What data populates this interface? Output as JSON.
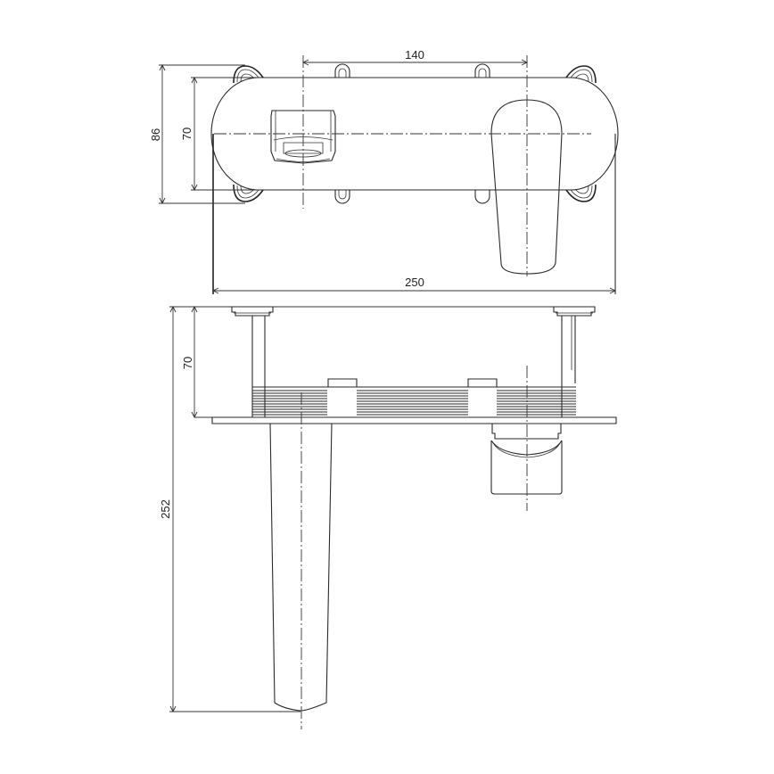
{
  "drawing": {
    "subject": "wall-mounted basin mixer technical drawing",
    "views": [
      "front view",
      "side view"
    ],
    "line_color": "#2a2a2a",
    "background": "#ffffff"
  },
  "dimensions": {
    "front_view": {
      "handle_to_spout_spacing": "140",
      "overall_width": "250",
      "backplate_outer_height": "86",
      "backplate_inner_height": "70"
    },
    "side_view": {
      "body_depth": "70",
      "spout_projection": "252"
    }
  }
}
